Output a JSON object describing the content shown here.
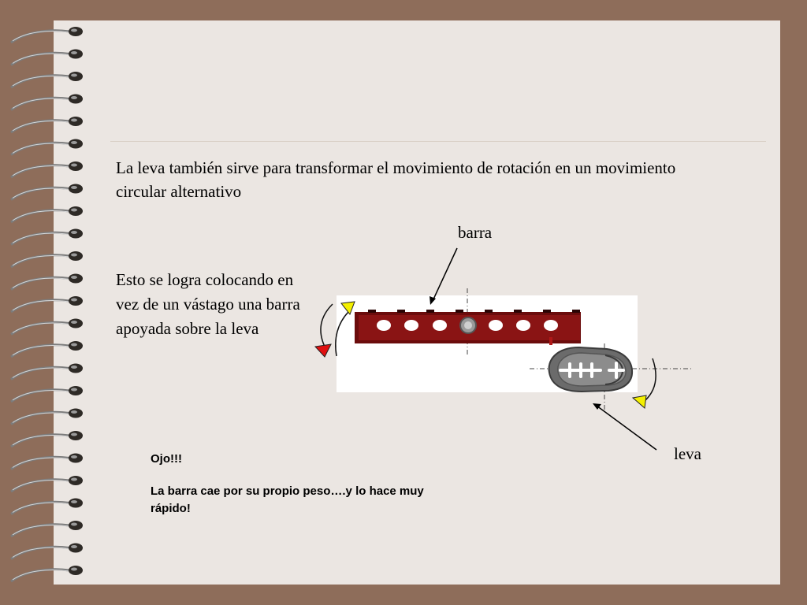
{
  "slide": {
    "main_text": "La leva también sirve para transformar el movimiento de rotación en un movimiento circular alternativo",
    "description": "Esto se logra colocando en vez de un vástago una barra apoyada sobre la leva",
    "note_title": "Ojo!!!",
    "note_body": "La barra  cae por su propio peso….y lo hace muy rápido!"
  },
  "diagram": {
    "label_barra": "barra",
    "label_leva": "leva"
  },
  "colors": {
    "background": "#8e6d5a",
    "page": "#ebe6e2",
    "bar": "#7a1010",
    "cam": "#6e6e6e",
    "arrow_yellow": "#f4f000",
    "arrow_red": "#e01010"
  }
}
